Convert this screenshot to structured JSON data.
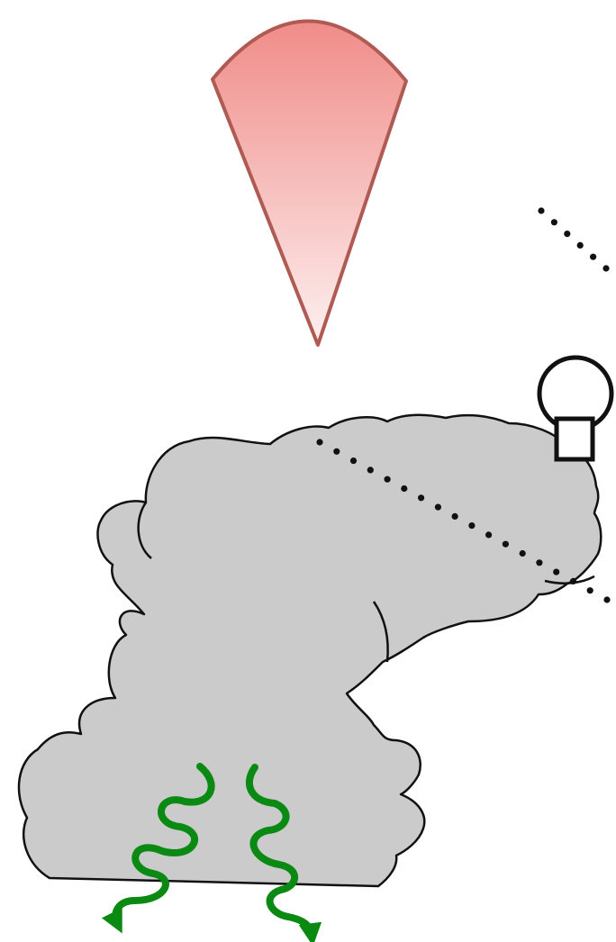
{
  "colors": {
    "background": "#ffffff",
    "cloud_fill": "#cbcbcb",
    "cloud_stroke": "#111111",
    "cone_fill_top": "#f08c88",
    "cone_fill_bottom": "#fdf0f0",
    "cone_stroke": "#b05a54",
    "wavy_arrow": "#0a8a12",
    "dots": "#111111",
    "instrument_stroke": "#111111"
  },
  "icons": {
    "cone": "red-radar-beam-cone",
    "cloud": "gray-convective-cloud",
    "instrument": "balloon-sonde-icon",
    "arrows": "green-wavy-arrow-icon",
    "dots": "dotted-line-of-sight"
  },
  "counts": {
    "wavy_arrows": 2,
    "dotted_lines": 2
  }
}
